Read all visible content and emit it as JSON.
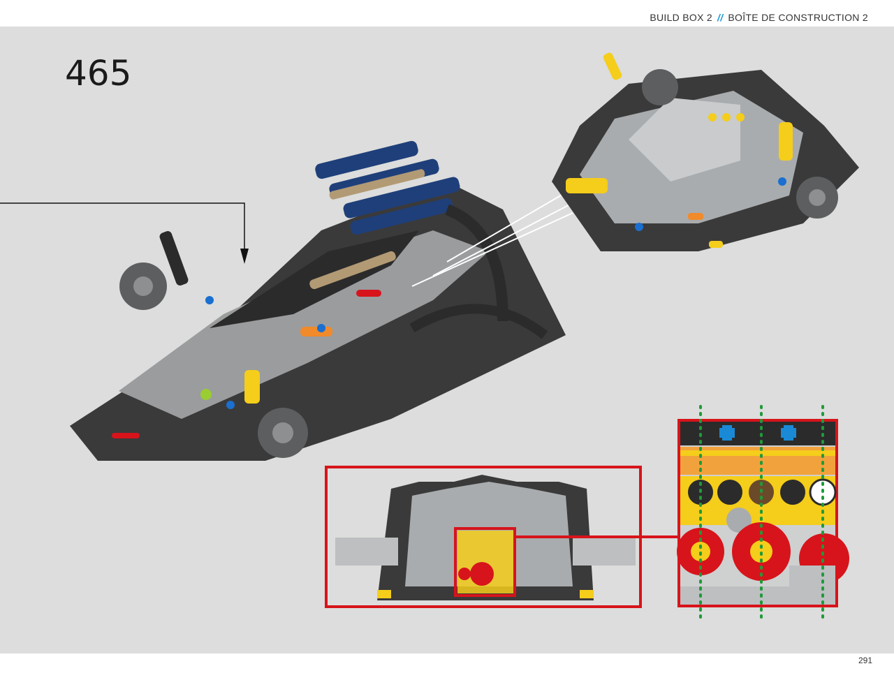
{
  "header": {
    "box_en": "BUILD BOX 2",
    "separator": "//",
    "box_fr": "BOÎTE DE CONSTRUCTION 2"
  },
  "step": {
    "number": "465"
  },
  "footer": {
    "page_number": "291"
  },
  "colors": {
    "background": "#dcdddc",
    "callout_frame": "#d7141b",
    "accent_separator": "#1a9ad6",
    "guide_dots": "#1f9a3a",
    "part_dark": "#2b2b2b",
    "part_gray": "#a9acae",
    "part_blue": "#1f3f7a",
    "part_tan": "#b29a74",
    "part_yellow": "#f5cd1b",
    "part_red": "#d7141b"
  }
}
